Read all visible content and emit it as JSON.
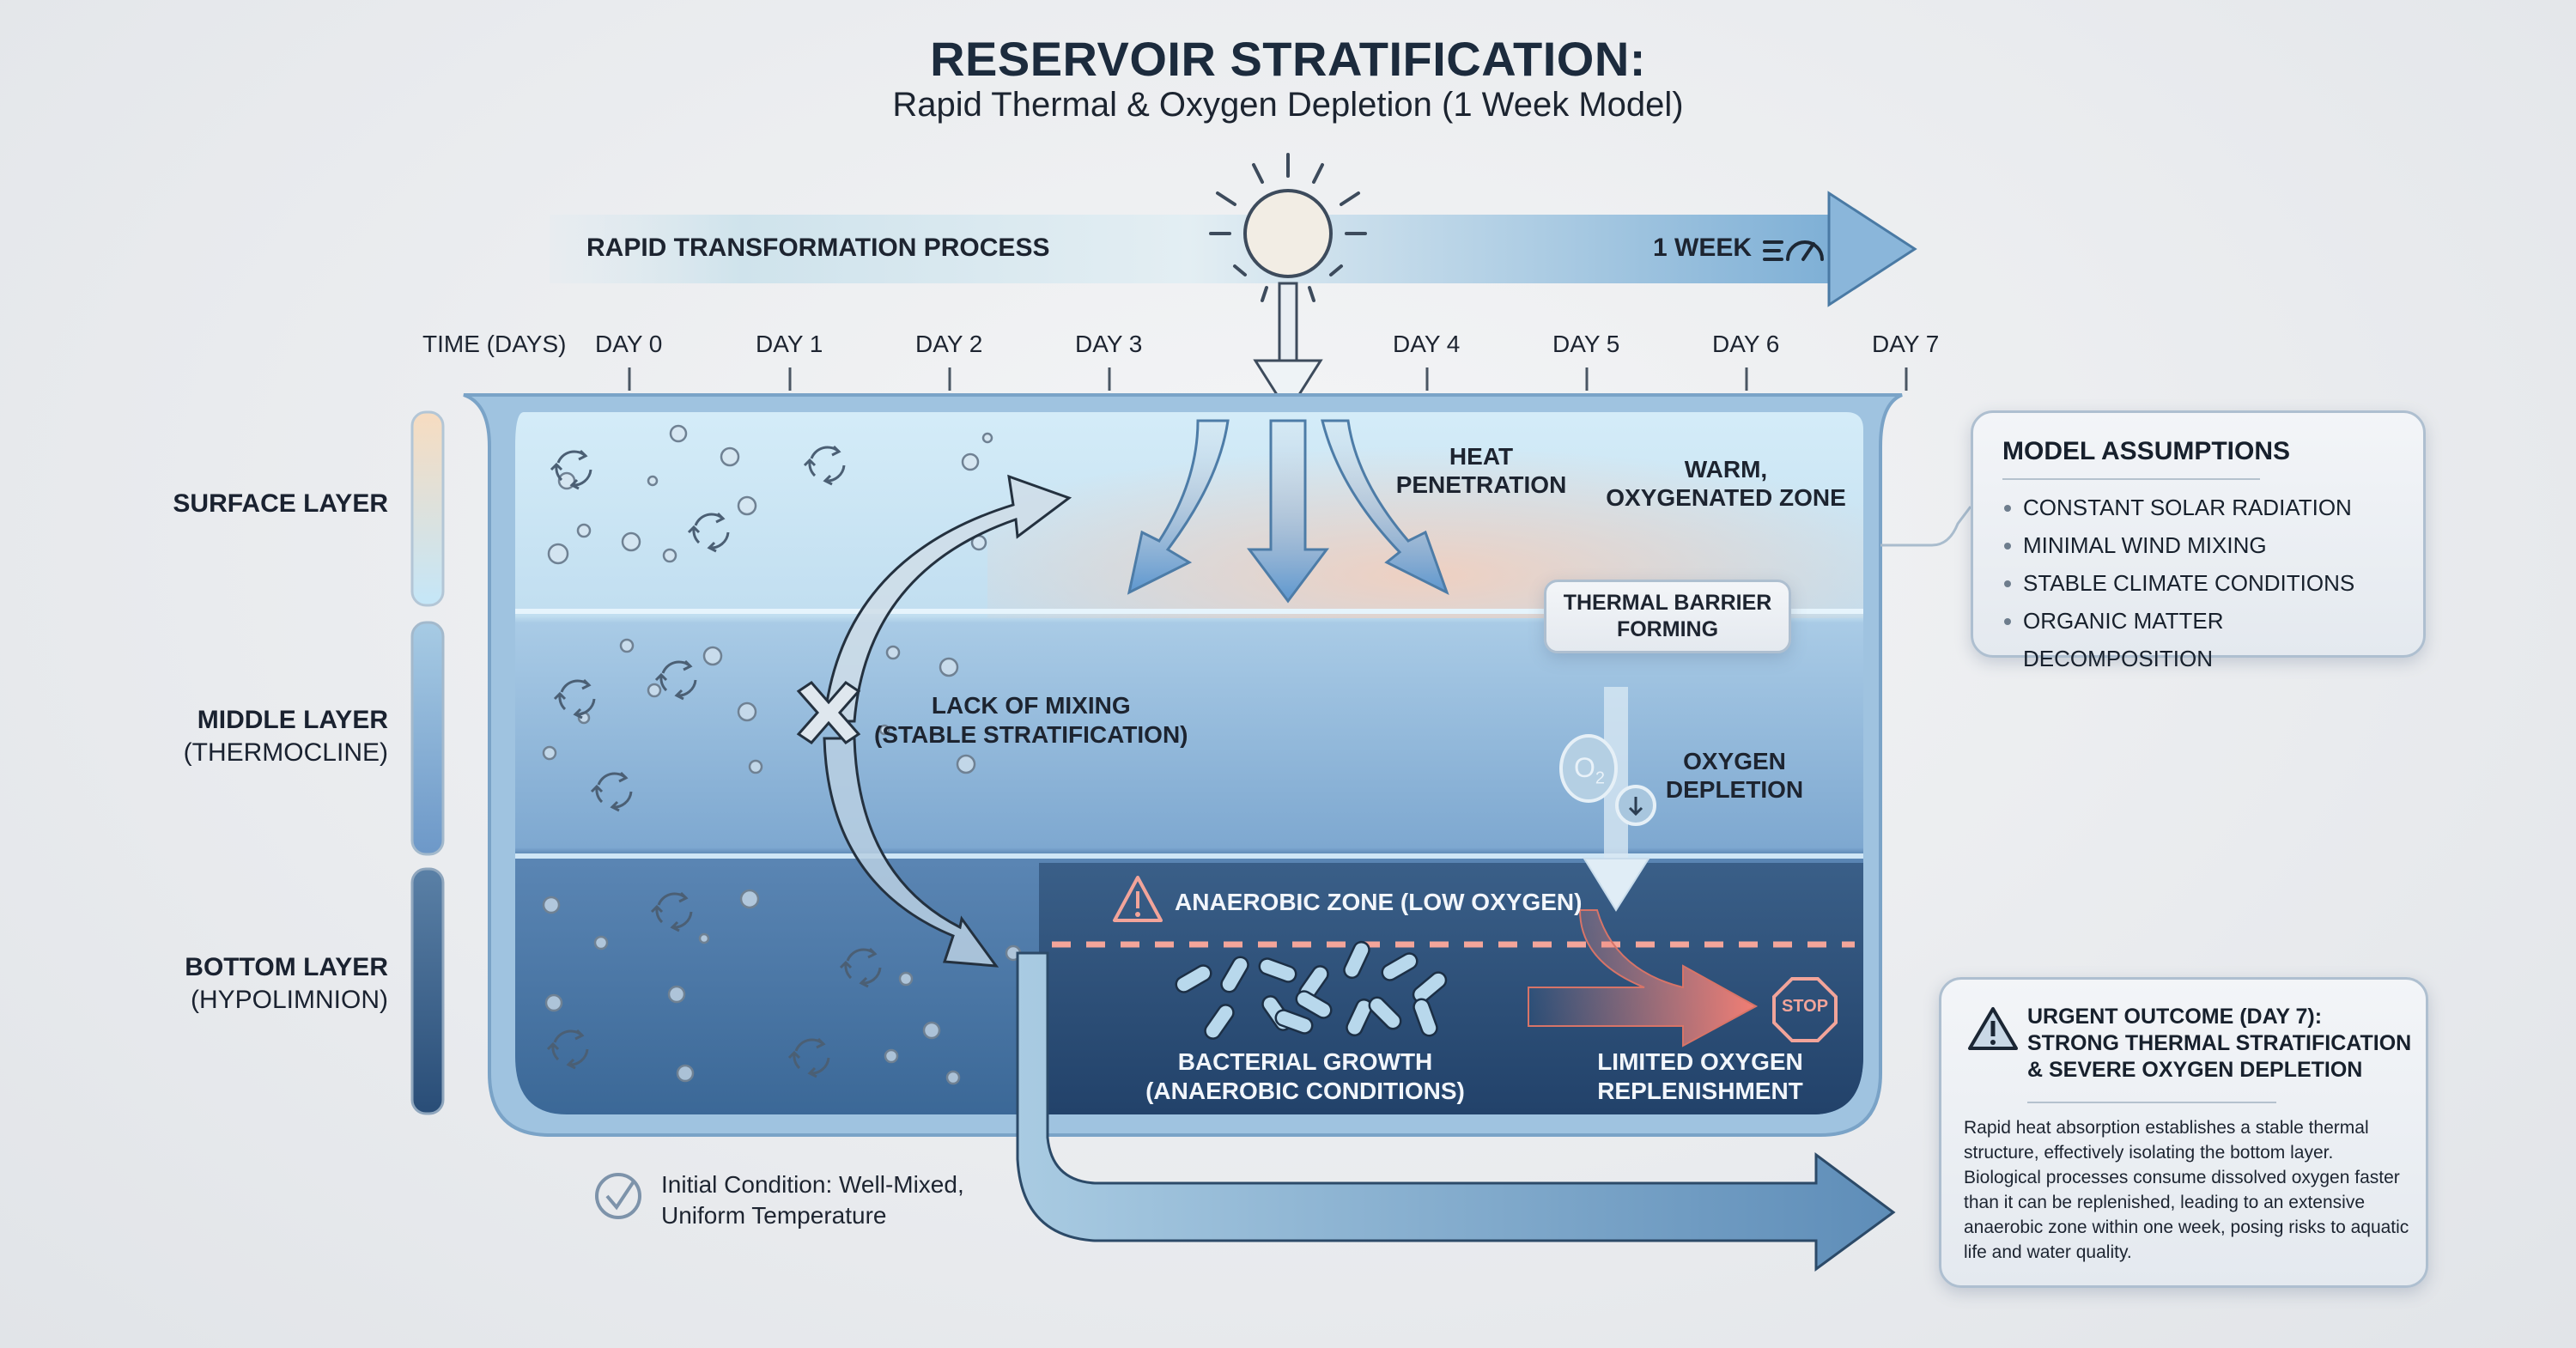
{
  "header": {
    "title": "RESERVOIR STRATIFICATION:",
    "subtitle": "Rapid Thermal & Oxygen Depletion (1 Week Model)"
  },
  "process_bar": {
    "label": "RAPID TRANSFORMATION PROCESS",
    "duration": "1 WEEK",
    "duration_icon": "speedometer-icon",
    "center_icon": "sun-icon"
  },
  "timeline": {
    "axis_label": "TIME (DAYS)",
    "ticks": [
      "DAY 0",
      "DAY 1",
      "DAY 2",
      "DAY 3",
      "DAY 4",
      "DAY 5",
      "DAY 6",
      "DAY 7"
    ]
  },
  "layers": [
    {
      "name": "SURFACE LAYER",
      "sub": ""
    },
    {
      "name": "MIDDLE LAYER",
      "sub": "(THERMOCLINE)"
    },
    {
      "name": "BOTTOM LAYER",
      "sub": "(HYPOLIMNION)"
    }
  ],
  "annotations": {
    "heat_penetration": [
      "HEAT",
      "PENETRATION"
    ],
    "warm_zone": [
      "WARM,",
      "OXYGENATED ZONE"
    ],
    "thermal_barrier": [
      "THERMAL BARRIER",
      "FORMING"
    ],
    "lack_of_mixing": [
      "LACK OF MIXING",
      "(STABLE STRATIFICATION)"
    ],
    "oxygen_depletion": [
      "OXYGEN",
      "DEPLETION"
    ],
    "o2_symbol": "O",
    "o2_sub": "2",
    "anaerobic_zone": "ANAEROBIC ZONE (LOW OXYGEN)",
    "bacterial_growth": [
      "BACTERIAL GROWTH",
      "(ANAEROBIC CONDITIONS)"
    ],
    "limited_oxygen": [
      "LIMITED OXYGEN",
      "REPLENISHMENT"
    ],
    "stop_sign": "STOP",
    "initial_condition": [
      "Initial Condition: Well-Mixed,",
      "Uniform Temperature"
    ]
  },
  "model_assumptions": {
    "title": "MODEL ASSUMPTIONS",
    "items": [
      "CONSTANT SOLAR RADIATION",
      "MINIMAL WIND MIXING",
      "STABLE CLIMATE CONDITIONS",
      "ORGANIC MATTER DECOMPOSITION"
    ]
  },
  "urgent_outcome": {
    "title_lines": [
      "URGENT OUTCOME (DAY 7):",
      "STRONG THERMAL STRATIFICATION",
      "& SEVERE OXYGEN DEPLETION"
    ],
    "body": "Rapid heat absorption establishes a stable thermal structure, effectively isolating the bottom layer. Biological processes consume dissolved oxygen faster than it can be replenished, leading to an extensive anaerobic zone within one week, posing risks to aquatic life and water quality."
  },
  "colors": {
    "title": "#1c2b3d",
    "surface_water": "#cfe8f5",
    "middle_water": "#8fb4d6",
    "bottom_water": "#3c6a98",
    "anaerobic": "#2b4d72",
    "warning_red": "#f08a80",
    "arrow_blue": "#6a9cc9"
  }
}
